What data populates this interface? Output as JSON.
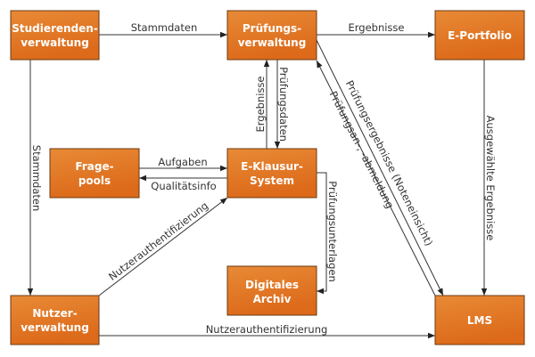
{
  "diagram": {
    "colors": {
      "node_fill_top": "#e88a36",
      "node_fill_bottom": "#dc6a1a",
      "node_border": "#6b3a10",
      "node_text": "#ffffff",
      "edge": "#333333",
      "edge_label": "#333333"
    },
    "nodes": {
      "studierendenverwaltung": {
        "lines": [
          "Studierenden-",
          "verwaltung"
        ]
      },
      "pruefungsverwaltung": {
        "lines": [
          "Prüfungs-",
          "verwaltung"
        ]
      },
      "eportfolio": {
        "lines": [
          "E-Portfolio"
        ]
      },
      "fragepools": {
        "lines": [
          "Frage-",
          "pools"
        ]
      },
      "eklausur": {
        "lines": [
          "E-Klausur-",
          "System"
        ]
      },
      "archiv": {
        "lines": [
          "Digitales",
          "Archiv"
        ]
      },
      "nutzerverwaltung": {
        "lines": [
          "Nutzer-",
          "verwaltung"
        ]
      },
      "lms": {
        "lines": [
          "LMS"
        ]
      }
    },
    "edges": {
      "stud_to_pruef": {
        "from": "Studierendenverwaltung",
        "to": "Prüfungsverwaltung",
        "label": "Stammdaten"
      },
      "pruef_to_eport": {
        "from": "Prüfungsverwaltung",
        "to": "E-Portfolio",
        "label": "Ergebnisse"
      },
      "stud_to_nutzer": {
        "from": "Studierendenverwaltung",
        "to": "Nutzerverwaltung",
        "label": "Stammdaten"
      },
      "eklausur_to_pruef": {
        "from": "E-Klausur-System",
        "to": "Prüfungsverwaltung",
        "label": "Ergebnisse"
      },
      "pruef_to_eklausur": {
        "from": "Prüfungsverwaltung",
        "to": "E-Klausur-System",
        "label": "Prüfungsdaten"
      },
      "frage_to_eklausur": {
        "from": "Fragepools",
        "to": "E-Klausur-System",
        "label": "Aufgaben"
      },
      "eklausur_to_frage": {
        "from": "E-Klausur-System",
        "to": "Fragepools",
        "label": "Qualitätsinfo"
      },
      "eklausur_to_archiv": {
        "from": "E-Klausur-System",
        "to": "Digitales Archiv",
        "label": "Prüfungsunterlagen"
      },
      "nutzer_to_eklausur": {
        "from": "Nutzerverwaltung",
        "to": "E-Klausur-System",
        "label": "Nutzerauthentifizierung"
      },
      "nutzer_to_lms": {
        "from": "Nutzerverwaltung",
        "to": "LMS",
        "label": "Nutzerauthentifizierung"
      },
      "pruef_to_lms": {
        "from": "Prüfungsverwaltung",
        "to": "LMS",
        "label": "Prüfungsergebnisse (Noteneinsicht)"
      },
      "lms_to_pruef": {
        "from": "LMS",
        "to": "Prüfungsverwaltung",
        "label": "Prüfungsan-, -abmeldung"
      },
      "eport_to_lms": {
        "from": "E-Portfolio",
        "to": "LMS",
        "label": "Ausgewählte Ergebnisse"
      }
    }
  }
}
